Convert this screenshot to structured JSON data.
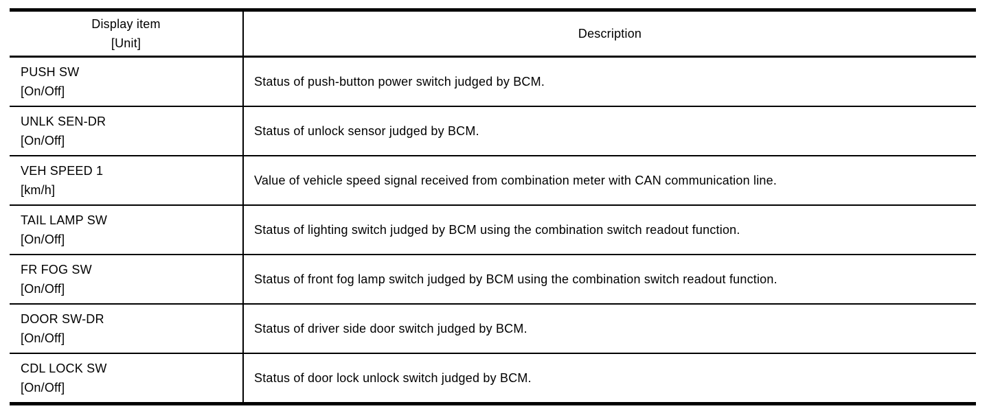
{
  "colors": {
    "background": "#ffffff",
    "border": "#000000",
    "text": "#000000"
  },
  "table": {
    "header": {
      "display_item_line1": "Display item",
      "display_item_line2": "[Unit]",
      "description": "Description"
    },
    "rows": [
      {
        "item": "PUSH SW",
        "unit": "[On/Off]",
        "description": "Status of push-button power switch judged by BCM."
      },
      {
        "item": "UNLK SEN-DR",
        "unit": "[On/Off]",
        "description": "Status of unlock sensor judged by BCM."
      },
      {
        "item": "VEH SPEED 1",
        "unit": "[km/h]",
        "description": "Value of vehicle speed signal received from combination meter with CAN communication line."
      },
      {
        "item": "TAIL LAMP SW",
        "unit": "[On/Off]",
        "description": "Status of lighting switch judged by BCM using the combination switch readout function."
      },
      {
        "item": "FR FOG SW",
        "unit": "[On/Off]",
        "description": "Status of front fog lamp switch judged by BCM using the combination switch readout function."
      },
      {
        "item": "DOOR SW-DR",
        "unit": "[On/Off]",
        "description": "Status of driver side door switch judged by BCM."
      },
      {
        "item": "CDL LOCK SW",
        "unit": "[On/Off]",
        "description": "Status of door lock unlock switch judged by BCM."
      }
    ]
  }
}
